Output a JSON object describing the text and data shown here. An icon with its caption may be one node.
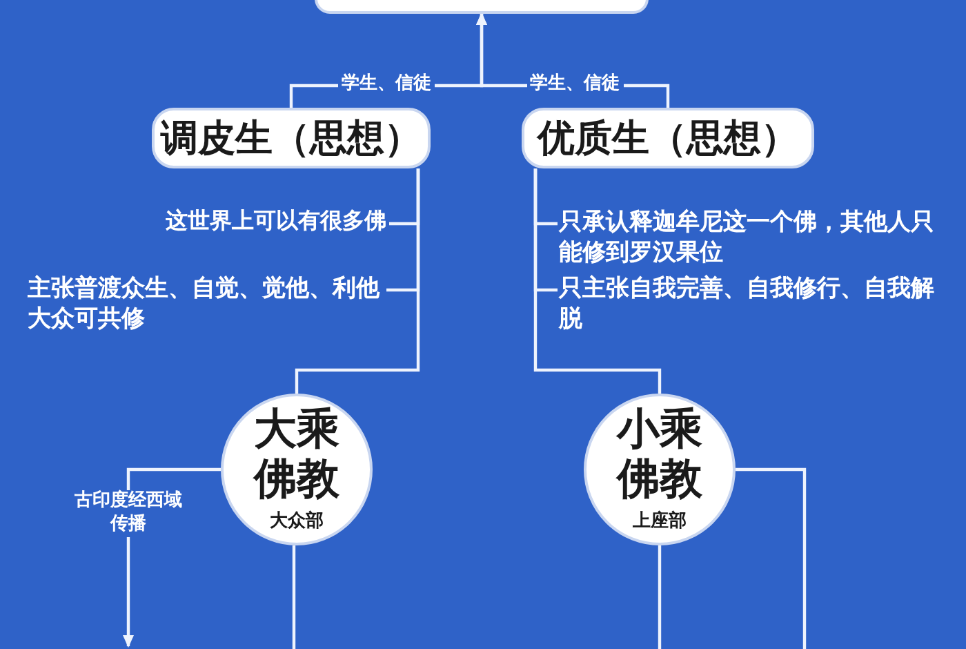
{
  "diagram": {
    "nodes": [
      {
        "text": [],
        "shape": "box"
      },
      {
        "text": [
          "调皮生（思想）"
        ]
      },
      {
        "text": [
          "优质生（思想）"
        ]
      },
      {
        "text": [
          "这世界上可以有很多佛"
        ]
      },
      {
        "text": [
          "主张普渡众生、自觉、觉他、利他大众可共修"
        ]
      },
      {
        "text": [
          "只承认释迦牟尼这一个佛，其他人只能修到罗汉果位"
        ]
      },
      {
        "text": [
          "只主张自我完善、自我修行、自我解脱"
        ]
      },
      {
        "text": [
          "大乘佛教",
          "大众部"
        ]
      },
      {
        "text": [
          "小乘佛教",
          "上座部"
        ]
      }
    ],
    "edges": [
      {
        "from": 1,
        "to": 0,
        "arrow": "to",
        "label": "学生、信徒"
      },
      {
        "from": 2,
        "to": 0,
        "arrow": "to",
        "label": "学生、信徒"
      },
      {
        "from": 1,
        "to": 3,
        "arrow": "none"
      },
      {
        "from": 1,
        "to": 4,
        "arrow": "none"
      },
      {
        "from": 1,
        "to": 7,
        "arrow": "none"
      },
      {
        "from": 2,
        "to": 5,
        "arrow": "none"
      },
      {
        "from": 2,
        "to": 6,
        "arrow": "none"
      },
      {
        "from": 2,
        "to": 8,
        "arrow": "none"
      },
      {
        "from": 7,
        "to": null,
        "arrow": "to",
        "label": "古印度经西域传播"
      },
      {
        "from": 7,
        "to": null,
        "arrow": "none"
      },
      {
        "from": 8,
        "to": null,
        "arrow": "none"
      },
      {
        "from": 8,
        "to": null,
        "arrow": "none"
      }
    ]
  }
}
